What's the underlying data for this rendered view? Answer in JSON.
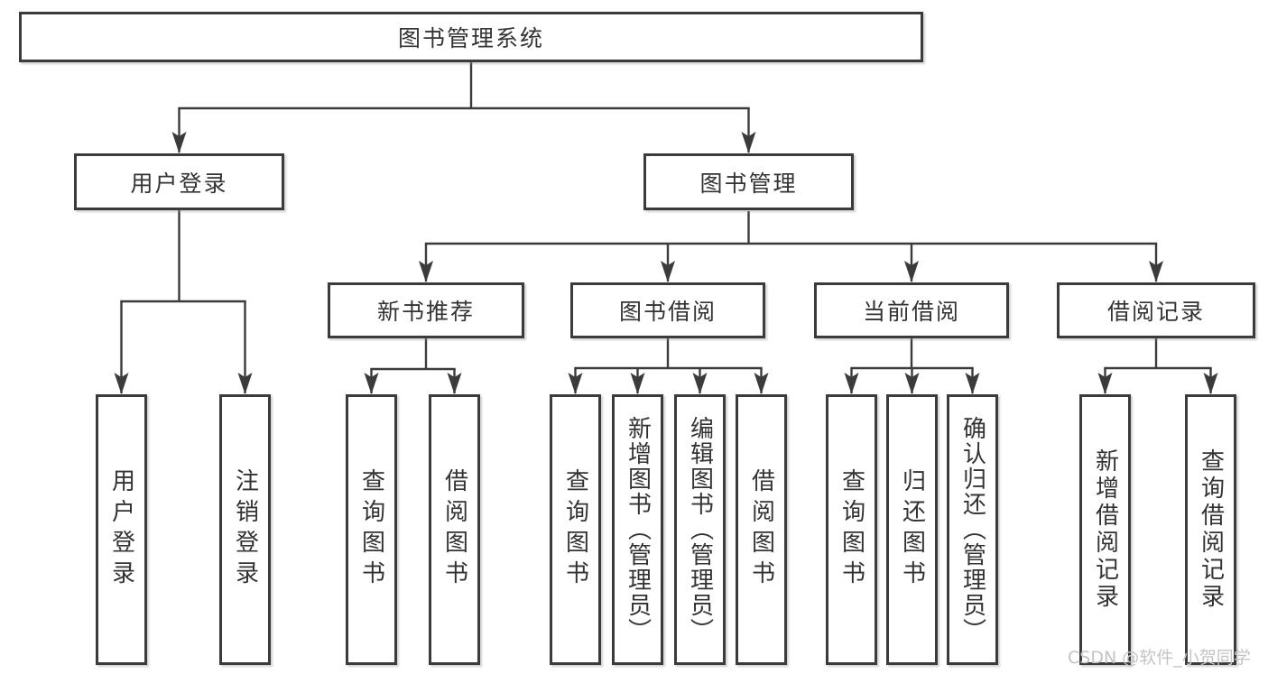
{
  "colors": {
    "line": "#3b3b3b",
    "box_border": "#3b3b3b",
    "box_fill": "#ffffff",
    "text": "#333333",
    "watermark": "#c4c4c4"
  },
  "tree": {
    "root": "图书管理系统",
    "branches": [
      {
        "label": "用户登录",
        "children": [
          "用户登录",
          "注销登录"
        ]
      },
      {
        "label": "图书管理",
        "sections": [
          {
            "label": "新书推荐",
            "children": [
              "查询图书",
              "借阅图书"
            ]
          },
          {
            "label": "图书借阅",
            "children": [
              "查询图书",
              "新增图书（管理员）",
              "编辑图书（管理员）",
              "借阅图书"
            ]
          },
          {
            "label": "当前借阅",
            "children": [
              "查询图书",
              "归还图书",
              "确认归还（管理员）"
            ]
          },
          {
            "label": "借阅记录",
            "children": [
              "新增借阅记录",
              "查询借阅记录"
            ]
          }
        ]
      }
    ]
  },
  "watermark": "CSDN @软件_小贺同学"
}
